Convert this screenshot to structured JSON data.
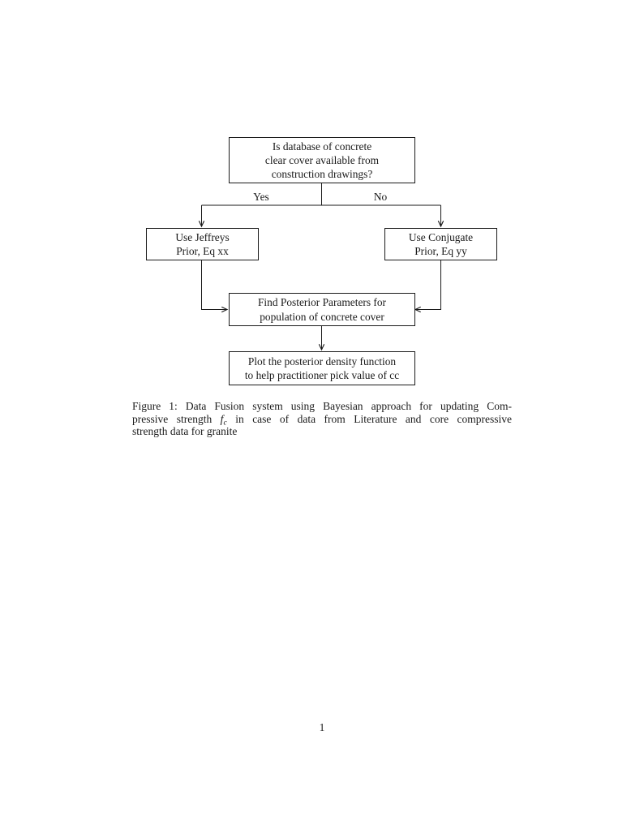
{
  "page": {
    "number": "1",
    "background_color": "#ffffff",
    "ink_color": "#1a1a1a"
  },
  "flowchart": {
    "nodes": {
      "question": "Is database of concrete\nclear cover available from\nconstruction drawings?",
      "jeffreys": "Use Jeffreys\nPrior, Eq xx",
      "conjugate": "Use Conjugate\nPrior, Eq yy",
      "posterior": "Find Posterior Parameters for\npopulation of concrete cover",
      "plot": "Plot the posterior density function\nto help practitioner pick value of cc"
    },
    "edges": [
      {
        "from": "question",
        "to": "jeffreys",
        "label": "Yes"
      },
      {
        "from": "question",
        "to": "conjugate",
        "label": "No"
      },
      {
        "from": "jeffreys",
        "to": "posterior",
        "label": ""
      },
      {
        "from": "conjugate",
        "to": "posterior",
        "label": ""
      },
      {
        "from": "posterior",
        "to": "plot",
        "label": ""
      }
    ]
  },
  "caption": {
    "line1": "Figure 1: Data Fusion system using Bayesian approach for updating Com-",
    "line2_pre": "pressive strength",
    "math_var": "f",
    "math_sub": "c",
    "line2_post": "in case of data from Literature and core compressive",
    "line3": "strength data for granite"
  }
}
